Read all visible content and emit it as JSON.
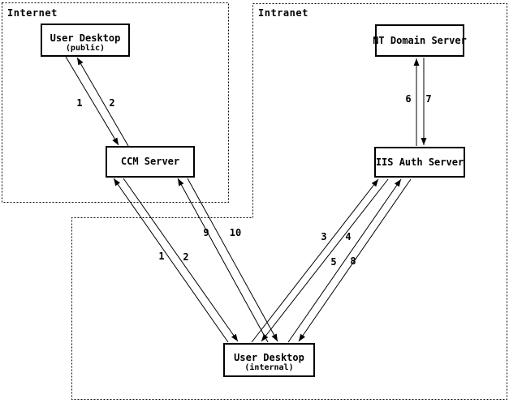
{
  "diagram": {
    "zones": {
      "internet": {
        "label": "Internet"
      },
      "intranet": {
        "label": "Intranet"
      }
    },
    "nodes": {
      "user_desktop_public": {
        "title": "User Desktop",
        "subtitle": "(public)"
      },
      "ccm_server": {
        "title": "CCM Server"
      },
      "nt_domain_server": {
        "title": "NT Domain Server"
      },
      "iis_auth_server": {
        "title": "IIS Auth Server"
      },
      "user_desktop_internal": {
        "title": "User Desktop",
        "subtitle": "(internal)"
      }
    },
    "edges": [
      {
        "label": "1",
        "from": "user_desktop_public",
        "to": "ccm_server"
      },
      {
        "label": "2",
        "from": "ccm_server",
        "to": "user_desktop_public"
      },
      {
        "label": "1",
        "from": "user_desktop_internal",
        "to": "ccm_server"
      },
      {
        "label": "2",
        "from": "ccm_server",
        "to": "user_desktop_internal"
      },
      {
        "label": "9",
        "from": "user_desktop_internal",
        "to": "ccm_server"
      },
      {
        "label": "10",
        "from": "ccm_server",
        "to": "user_desktop_internal"
      },
      {
        "label": "3",
        "from": "user_desktop_internal",
        "to": "iis_auth_server"
      },
      {
        "label": "4",
        "from": "iis_auth_server",
        "to": "user_desktop_internal"
      },
      {
        "label": "5",
        "from": "user_desktop_internal",
        "to": "iis_auth_server"
      },
      {
        "label": "8",
        "from": "iis_auth_server",
        "to": "user_desktop_internal"
      },
      {
        "label": "6",
        "from": "iis_auth_server",
        "to": "nt_domain_server"
      },
      {
        "label": "7",
        "from": "nt_domain_server",
        "to": "iis_auth_server"
      }
    ],
    "colors": {
      "line": "#000000",
      "background": "#ffffff"
    }
  }
}
